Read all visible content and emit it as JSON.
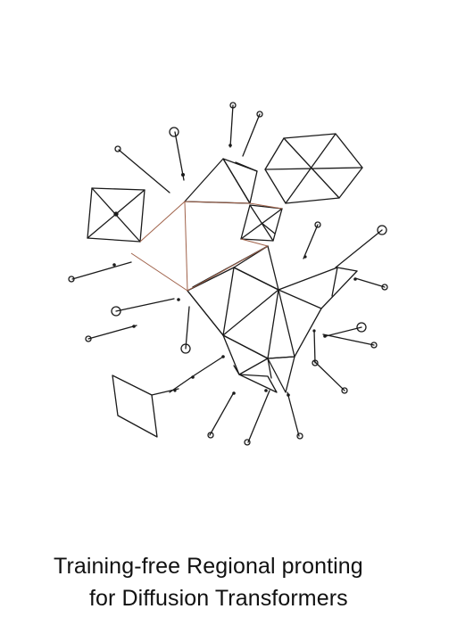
{
  "title": {
    "line1": "Training-free Regional pronting",
    "line2": "for Diffusion Transformers"
  },
  "colors": {
    "ink": "#1a1a1a",
    "accent_line": "#a0624a",
    "background": "#ffffff"
  },
  "illustration": {
    "icon": "wireframe-polygon-network-sketch"
  }
}
